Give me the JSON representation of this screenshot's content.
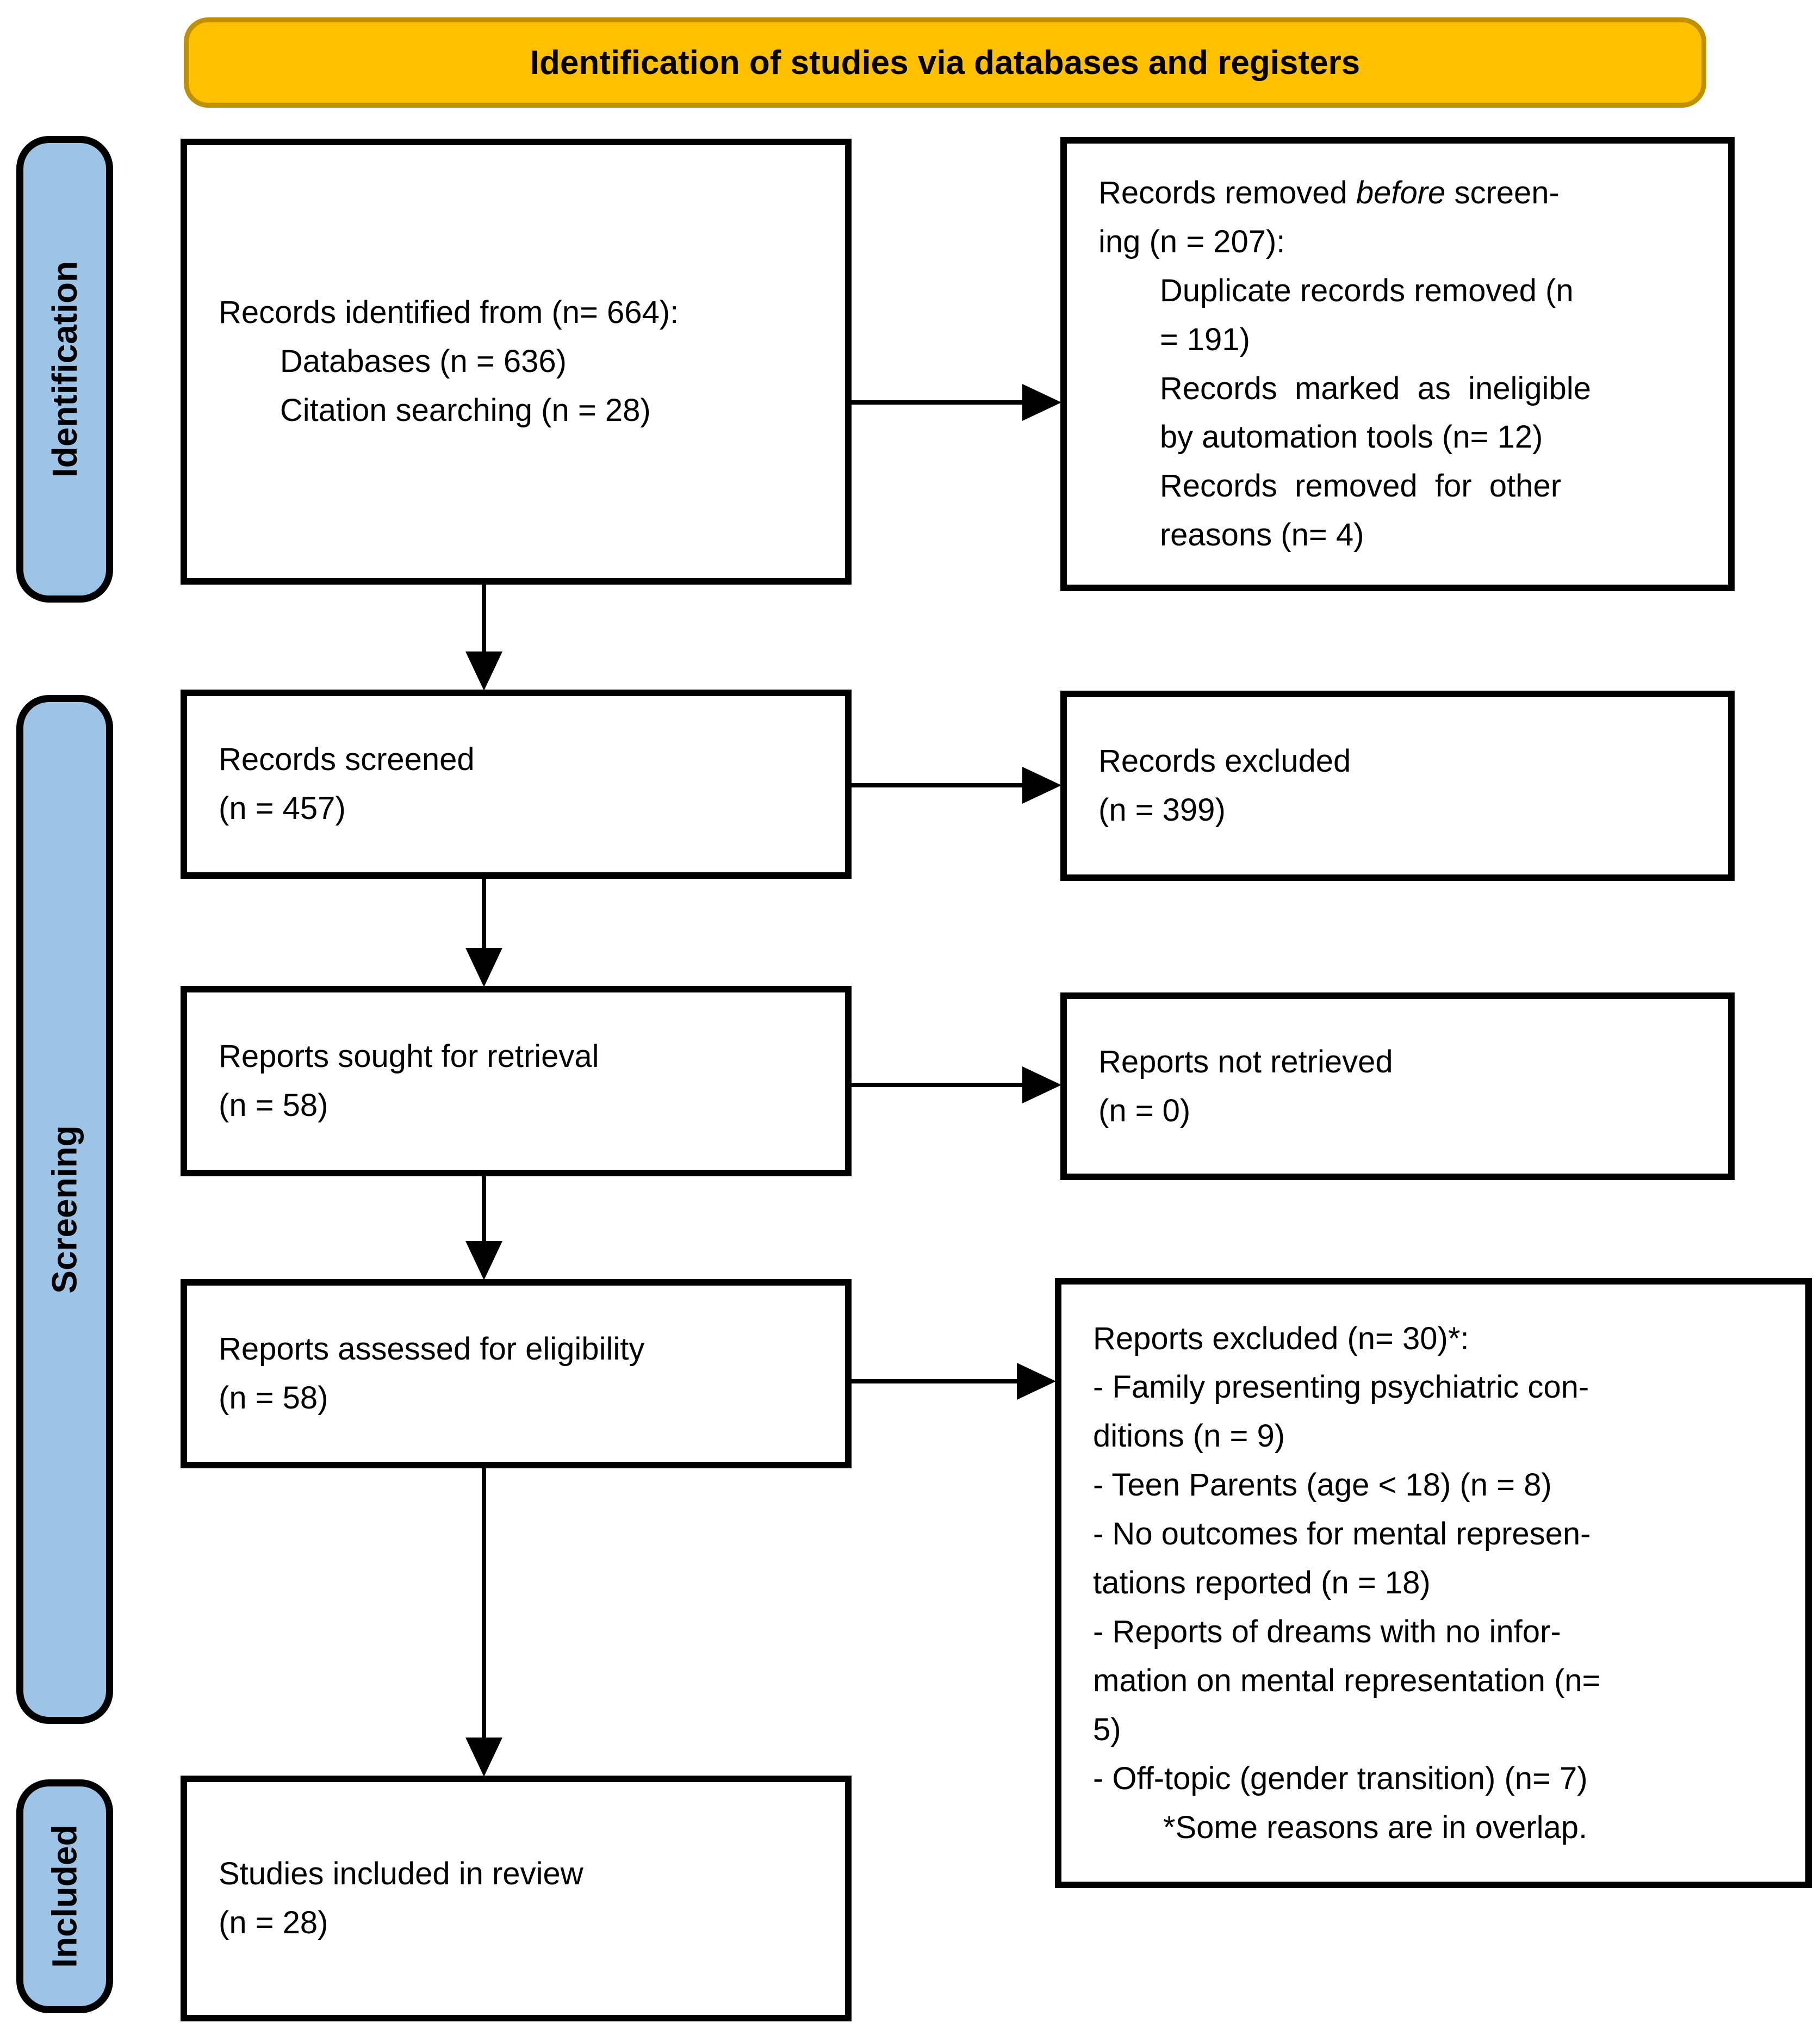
{
  "colors": {
    "page_bg": "#FFFFFF",
    "banner_bg": "#FFC000",
    "banner_border": "#BF9000",
    "sidebar_bg": "#9DC3E6",
    "box_bg": "#FFFFFF",
    "box_border": "#000000",
    "arrow": "#000000",
    "text": "#000000"
  },
  "banner": {
    "label": "Identification of studies via databases and registers"
  },
  "sidebar": {
    "items": [
      {
        "label": "Identification"
      },
      {
        "label": "Screening"
      },
      {
        "label": "Included"
      }
    ]
  },
  "boxes": {
    "identified": {
      "text": "Records identified from (n= 664):\n       Databases (n = 636)\n       Citation searching (n = 28)"
    },
    "removed": {
      "prefix": "Records removed ",
      "italic": "before",
      "rest": " screen-\ning (n = 207):\n       Duplicate records removed (n\n       = 191)\n       Records  marked  as  ineligible\n       by automation tools (n= 12)\n       Records  removed  for  other\n       reasons (n= 4)"
    },
    "screened": {
      "text": "Records screened\n(n = 457)"
    },
    "records_excluded": {
      "text": "Records excluded\n(n = 399)"
    },
    "sought": {
      "text": "Reports sought for retrieval\n(n = 58)"
    },
    "not_retrieved": {
      "text": "Reports not retrieved\n(n = 0)"
    },
    "assessed": {
      "text": "Reports assessed for eligibility\n(n = 58)"
    },
    "reports_excluded": {
      "text": "Reports excluded (n= 30)*:\n- Family presenting psychiatric con-\nditions (n = 9)\n- Teen Parents (age < 18) (n = 8)\n- No outcomes for mental represen-\ntations reported (n = 18)\n- Reports of dreams with no infor-\nmation on mental representation (n=\n5)\n- Off-topic (gender transition) (n= 7)\n        *Some reasons are in overlap."
    },
    "included": {
      "text": "Studies included in review\n(n = 28)"
    }
  }
}
